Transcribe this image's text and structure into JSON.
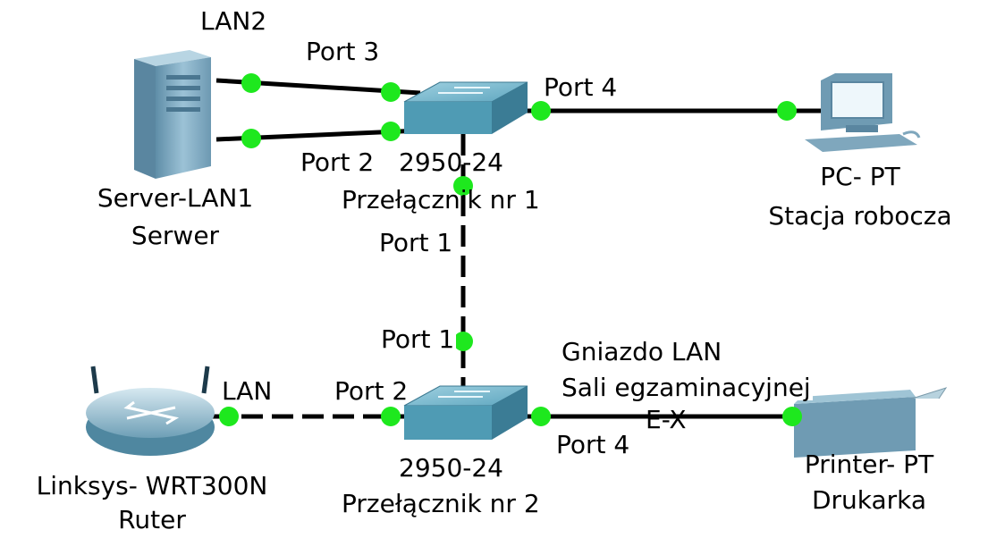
{
  "devices": {
    "server": {
      "model": "Server-LAN1",
      "name": "Serwer",
      "port_label": "LAN2"
    },
    "switch1": {
      "model": "2950-24",
      "name": "Przełącznik nr 1"
    },
    "switch2": {
      "model": "2950-24",
      "name": "Przełącznik nr 2"
    },
    "pc": {
      "model": "PC- PT",
      "name": "Stacja robocza"
    },
    "router": {
      "model": "Linksys- WRT300N",
      "name": "Ruter",
      "port_label": "LAN"
    },
    "printer": {
      "model": "Printer- PT",
      "name": "Drukarka"
    }
  },
  "ports": {
    "s1_port3": "Port 3",
    "s1_port2": "Port 2",
    "s1_port4": "Port 4",
    "s1_port1": "Port 1",
    "s2_port1": "Port 1",
    "s2_port2": "Port 2",
    "s2_port4": "Port 4"
  },
  "socket": {
    "line1": "Gniazdo LAN",
    "line2": "Sali egzaminacyjnej",
    "line3": "E-X"
  },
  "colors": {
    "link_dot": "#1ee81e",
    "cable": "#000000",
    "switch_face": "#4f9bb4",
    "server_body": "#7ea9c1",
    "background": "#ffffff"
  }
}
